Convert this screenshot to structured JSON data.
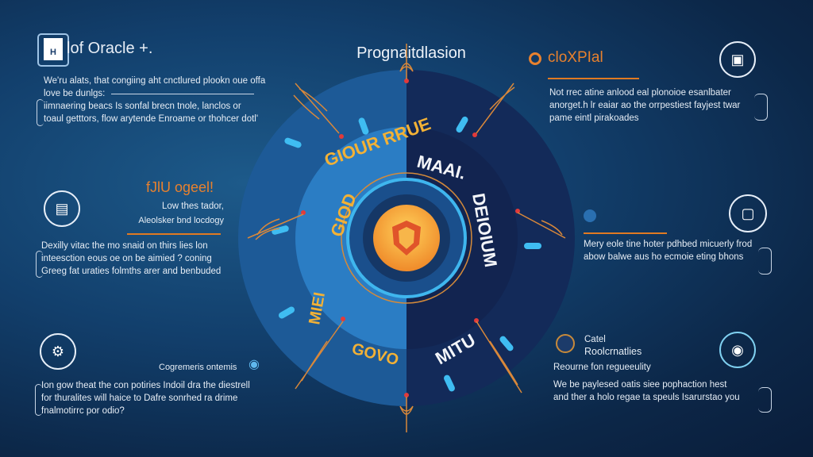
{
  "title": "Prognaitdlasion",
  "top_left": {
    "heading": "lof Oracle +.",
    "lines": [
      "We'ru alats, that congiing aht cnctlured plookn oue offa",
      "love be dunlgs:",
      "iimnaering beacs Is sonfal brecn tnole, lanclos or",
      "toaul getttors, flow arytende Enroame or thohcer dotl'"
    ]
  },
  "mid_left": {
    "heading": "fJlU ogeel!",
    "sub1": "Low thes tador,",
    "sub2": "Aleolsker bnd locdogy",
    "lines": [
      "Dexilly vitac the mo snaid on thirs lies lon",
      "inteesction eous oe on be aimied ? coning",
      "Greeg fat uraties folmths arer and benbuded"
    ]
  },
  "bottom_left": {
    "heading": "Cogremeris ontemis",
    "lines": [
      "Ion gow theat the con potiries Indoil dra the diestrell",
      "for thuralites will haice to Dafre sonrhed ra drime",
      "fnalmotirrc por odio?"
    ]
  },
  "top_right": {
    "heading": "cloXPIal",
    "lines": [
      "Not rrec atine anlood eal plonoioe esanlbater",
      "anorget.h lr eaiar ao the orrpestiest fayjest twar",
      "pame eintl pirakoades"
    ]
  },
  "mid_right": {
    "lines": [
      "Mery eole tine hoter pdhbed micuerly frod",
      "abow balwe aus ho ecmoie eting bhons"
    ]
  },
  "bottom_right": {
    "heading1": "Catel",
    "heading2": "Roolcrnatlies",
    "sub": "Reourne fon regueeulity",
    "lines": [
      "We be paylesed oatis siee pophaction hest",
      "and ther a holo regae ta speuls Isarurstao you"
    ]
  },
  "wheel": {
    "left_top": "GIOUR RRUE",
    "left_mid": "GIOD",
    "left_low": "MIEI",
    "left_bottom": "GOVO",
    "right_top": "MAAI.",
    "right_mid": "DEIOIUM",
    "right_bottom": "MITU"
  },
  "colors": {
    "accent": "#e8812e",
    "wheel_light": "#2a7fc6",
    "wheel_dark": "#13244f",
    "center": "#f4a23a"
  }
}
